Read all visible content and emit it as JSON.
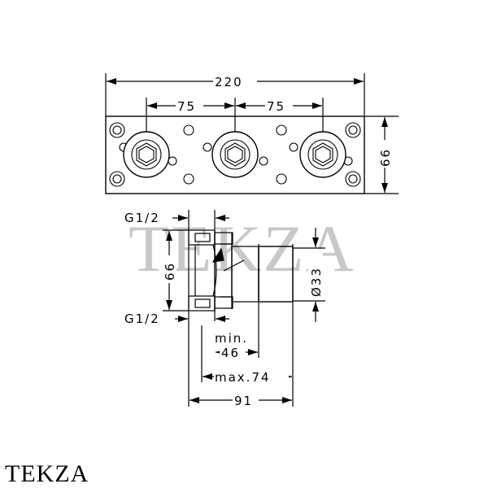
{
  "watermark": "TEKZA",
  "brand_label": "TEKZA",
  "front_view": {
    "overall_width": "220",
    "spacing_left": "75",
    "spacing_right": "75",
    "height": "66"
  },
  "side_view": {
    "thread_top": "G1/2",
    "thread_bottom": "G1/2",
    "height": "66",
    "diameter": "Ø33",
    "min_label": "min.",
    "min_value": "46",
    "max_value": "max.74",
    "depth": "91"
  }
}
